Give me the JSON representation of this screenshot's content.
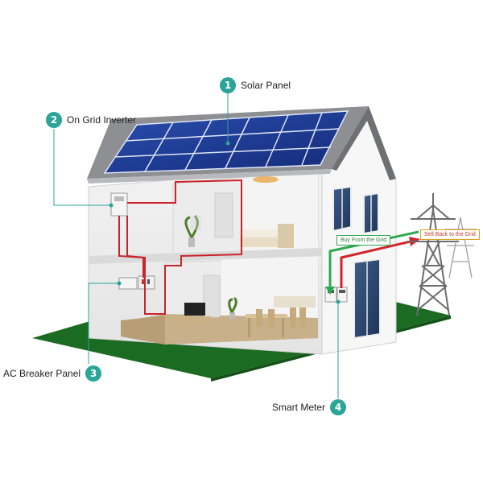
{
  "callouts": [
    {
      "num": "1",
      "label": "Solar Panel"
    },
    {
      "num": "2",
      "label": "On Grid Inverter"
    },
    {
      "num": "3",
      "label": "AC Breaker Panel"
    },
    {
      "num": "4",
      "label": "Smart Meter"
    }
  ],
  "flows": {
    "buy": "Buy From the Grid",
    "sell": "Sell Back to the Grid"
  },
  "colors": {
    "callout": "#2aa598",
    "buy_line": "#2fa84f",
    "sell_line": "#d0262b",
    "dc_line": "#c8242a",
    "grass": "#1c6b22",
    "panel": "#1a3a8c",
    "roof": "#8d8f93"
  }
}
